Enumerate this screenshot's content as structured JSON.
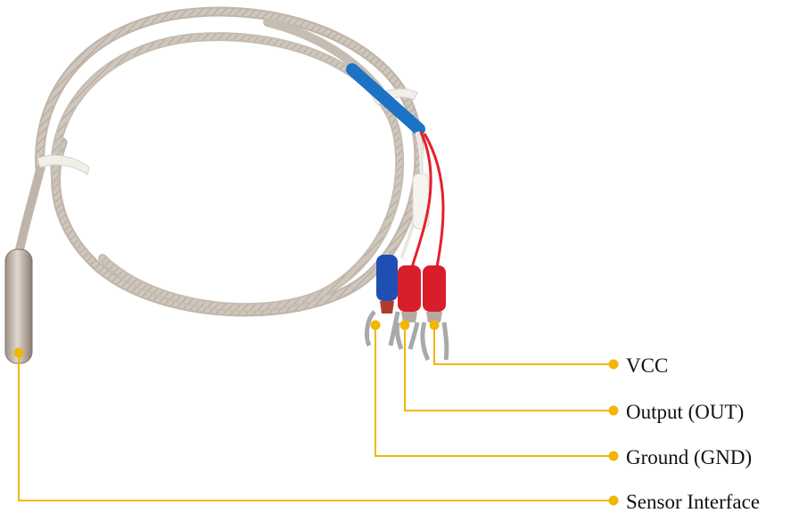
{
  "labels": {
    "vcc": "VCC",
    "output": "Output (OUT)",
    "ground": "Ground (GND)",
    "sensor": "Sensor Interface"
  },
  "colors": {
    "callout": "#f2b705",
    "cable_braid": "#c9bfb4",
    "probe_metal": "#b8aca0",
    "wire_red": "#e4202c",
    "wire_white": "#f4f2ee",
    "sleeve_blue": "#1c72c4",
    "connector_red": "#d81e2a",
    "connector_blue": "#1f4fb3",
    "spade_metal": "#a9a9a9"
  },
  "icons": {
    "sensor": "thermocouple-probe-icon"
  }
}
